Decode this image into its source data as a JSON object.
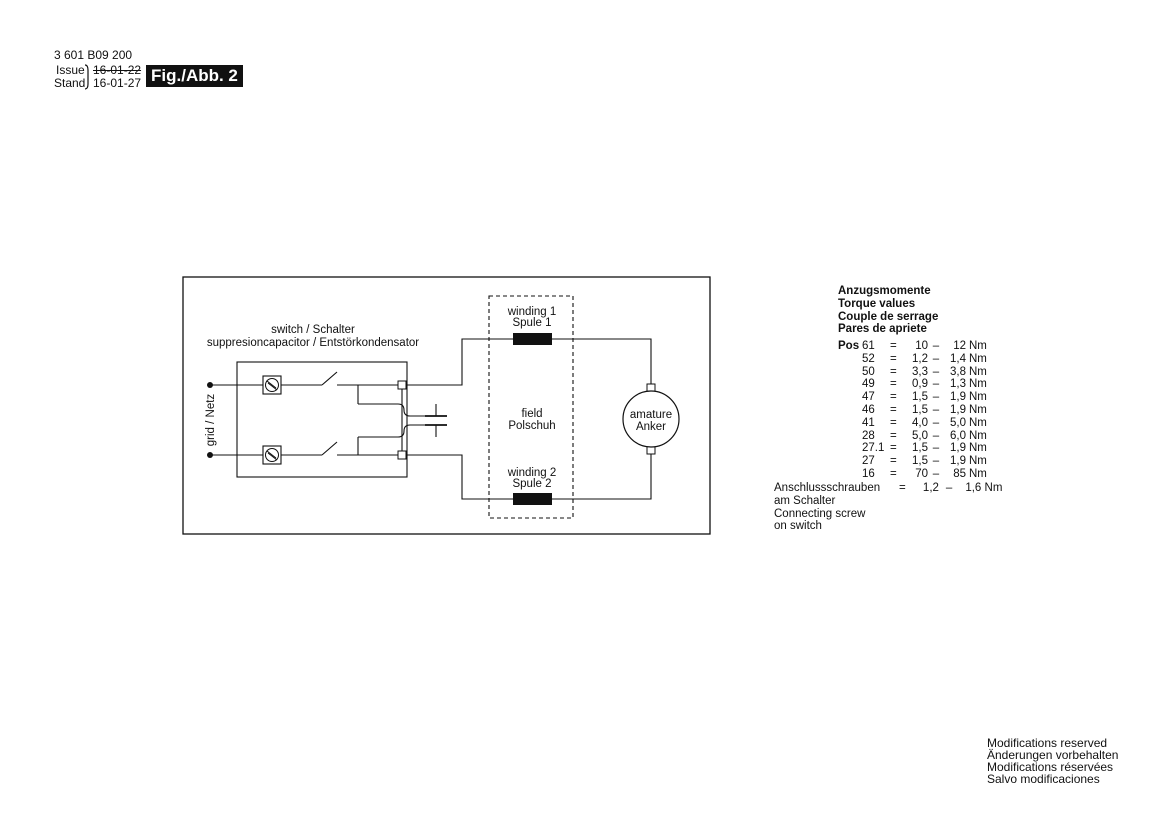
{
  "header": {
    "doc_number": "3 601 B09 200",
    "issue_label": "Issue",
    "issue_date": "16-01-22",
    "stand_label": "Stand",
    "stand_date": "16-01-27",
    "figure": "Fig./Abb. 2"
  },
  "diagram": {
    "switch_label_1": "switch / Schalter",
    "switch_label_2": "suppresioncapacitor / Entstörkondensator",
    "grid_label": "grid / Netz",
    "winding1_line1": "winding 1",
    "winding1_line2": "Spule 1",
    "winding2_line1": "winding 2",
    "winding2_line2": "Spule 2",
    "field_line1": "field",
    "field_line2": "Polschuh",
    "armature_line1": "amature",
    "armature_line2": "Anker"
  },
  "torque": {
    "titles": [
      "Anzugsmomente",
      "Torque values",
      "Couple de serrage",
      "Pares de apriete"
    ],
    "pos_label": "Pos",
    "rows": [
      {
        "pos": "61",
        "eq": "=",
        "min": "10",
        "dash": "–",
        "max": "12",
        "unit": "Nm"
      },
      {
        "pos": "52",
        "eq": "=",
        "min": "1,2",
        "dash": "–",
        "max": "1,4",
        "unit": "Nm"
      },
      {
        "pos": "50",
        "eq": "=",
        "min": "3,3",
        "dash": "–",
        "max": "3,8",
        "unit": "Nm"
      },
      {
        "pos": "49",
        "eq": "=",
        "min": "0,9",
        "dash": "–",
        "max": "1,3",
        "unit": "Nm"
      },
      {
        "pos": "47",
        "eq": "=",
        "min": "1,5",
        "dash": "–",
        "max": "1,9",
        "unit": "Nm"
      },
      {
        "pos": "46",
        "eq": "=",
        "min": "1,5",
        "dash": "–",
        "max": "1,9",
        "unit": "Nm"
      },
      {
        "pos": "41",
        "eq": "=",
        "min": "4,0",
        "dash": "–",
        "max": "5,0",
        "unit": "Nm"
      },
      {
        "pos": "28",
        "eq": "=",
        "min": "5,0",
        "dash": "–",
        "max": "6,0",
        "unit": "Nm"
      },
      {
        "pos": "27.1",
        "eq": "=",
        "min": "1,5",
        "dash": "–",
        "max": "1,9",
        "unit": "Nm"
      },
      {
        "pos": "27",
        "eq": "=",
        "min": "1,5",
        "dash": "–",
        "max": "1,9",
        "unit": "Nm"
      },
      {
        "pos": "16",
        "eq": "=",
        "min": "70",
        "dash": "–",
        "max": "85",
        "unit": "Nm"
      }
    ],
    "screw_lines": [
      "Anschlussschrauben",
      "am Schalter",
      "Connecting screw",
      "on switch"
    ],
    "screw_eq": "=",
    "screw_min": "1,2",
    "screw_dash": "–",
    "screw_max": "1,6",
    "screw_unit": "Nm"
  },
  "footer": {
    "lines": [
      "Modifications reserved",
      "Änderungen vorbehalten",
      "Modifications réservées",
      "Salvo modificaciones"
    ]
  }
}
